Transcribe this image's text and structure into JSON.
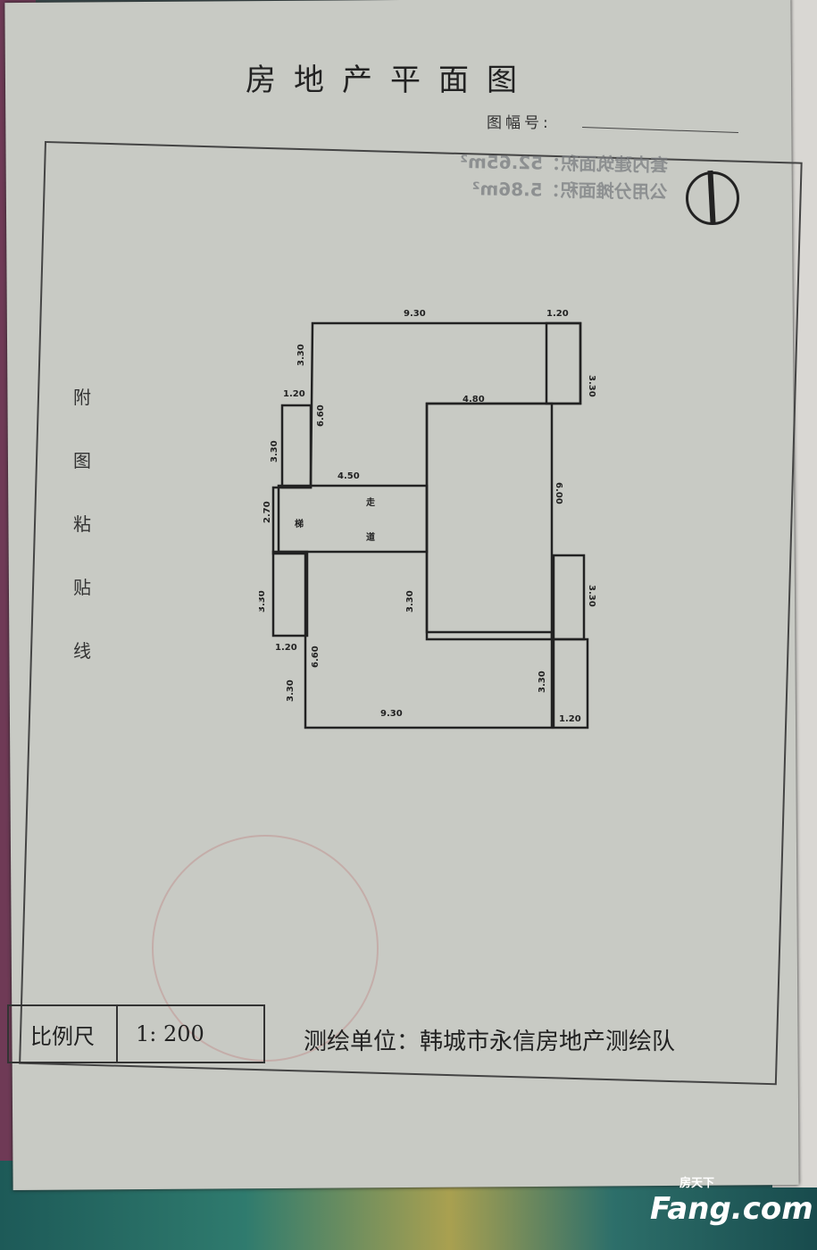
{
  "title": "房地产平面图",
  "map_number_label": "图幅号:",
  "stamp": {
    "line1": "套内建筑面积：52.65m²",
    "line2": "公用分摊面积：5.86m²"
  },
  "side_label": [
    "附",
    "图",
    "粘",
    "贴",
    "线"
  ],
  "plan": {
    "dims": [
      "9.30",
      "1.20",
      "3.30",
      "3.30",
      "1.20",
      "6.60",
      "3.30",
      "4.50",
      "4.80",
      "6.00",
      "2.70",
      "3.30",
      "3.30",
      "3.30",
      "1.20",
      "6.60",
      "3.30",
      "9.30",
      "3.30",
      "1.20"
    ],
    "rooms": [
      "梯",
      "走",
      "道"
    ]
  },
  "scale": {
    "label": "比例尺",
    "value": "1:  200"
  },
  "surveyor": "测绘单位：韩城市永信房地产测绘队",
  "watermark": {
    "brand": "Fang.com",
    "cn": "房天下"
  }
}
